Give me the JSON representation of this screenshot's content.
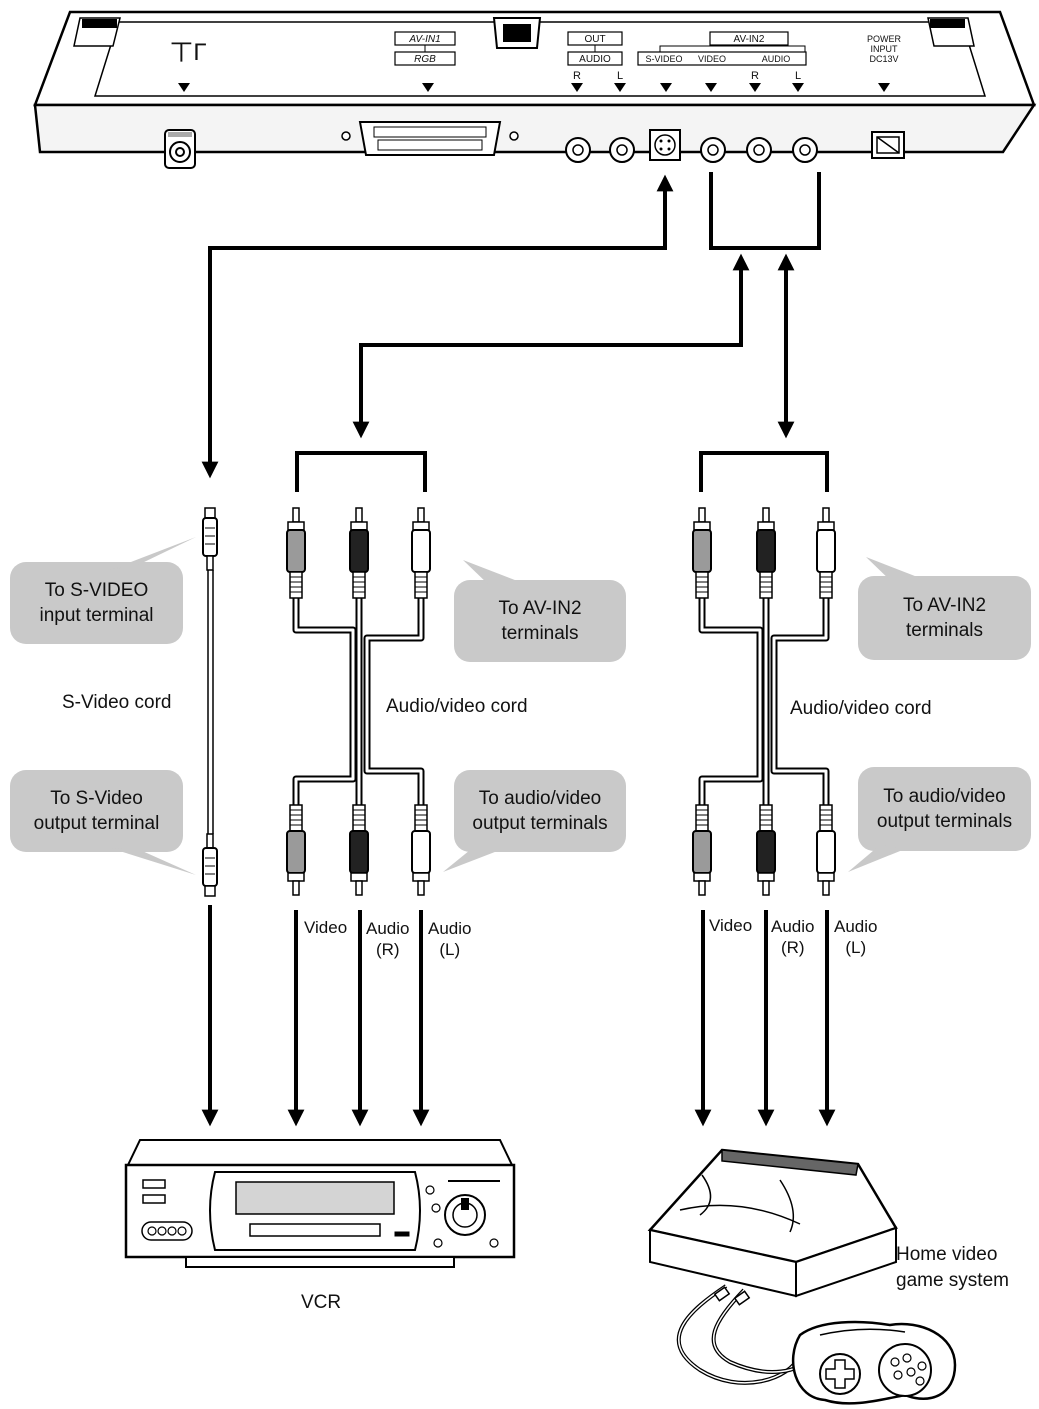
{
  "panel": {
    "antenna_symbol": "ㄒΓ",
    "av_in1": "AV-IN1",
    "rgb": "RGB",
    "out": "OUT",
    "audio_out": "AUDIO",
    "out_r": "R",
    "out_l": "L",
    "av_in2": "AV-IN2",
    "s_video": "S-VIDEO",
    "video": "VIDEO",
    "audio_in": "AUDIO",
    "in_r": "R",
    "in_l": "L",
    "power_line1": "POWER",
    "power_line2": "INPUT",
    "power_line3": "DC13V"
  },
  "callouts": {
    "svideo_input_1": "To S-VIDEO",
    "svideo_input_2": "input terminal",
    "svideo_output_1": "To S-Video",
    "svideo_output_2": "output terminal",
    "avin2_left_1": "To AV-IN2",
    "avin2_left_2": "terminals",
    "avout_left_1": "To audio/video",
    "avout_left_2": "output terminals",
    "avin2_right_1": "To AV-IN2",
    "avin2_right_2": "terminals",
    "avout_right_1": "To audio/video",
    "avout_right_2": "output terminals"
  },
  "labels": {
    "svideo_cord": "S-Video cord",
    "av_cord_left": "Audio/video cord",
    "av_cord_right": "Audio/video cord",
    "video_left": "Video",
    "audio_r_left_1": "Audio",
    "audio_r_left_2": "(R)",
    "audio_l_left_1": "Audio",
    "audio_l_left_2": "(L)",
    "video_right": "Video",
    "audio_r_right_1": "Audio",
    "audio_r_right_2": "(R)",
    "audio_l_right_1": "Audio",
    "audio_l_right_2": "(L)",
    "vcr": "VCR",
    "game_1": "Home video",
    "game_2": "game system"
  },
  "colors": {
    "callout_fill": "#c9c9c9",
    "video_plug": "#9a9a9a",
    "audio_r_plug": "#222222",
    "audio_l_plug": "#ffffff"
  }
}
